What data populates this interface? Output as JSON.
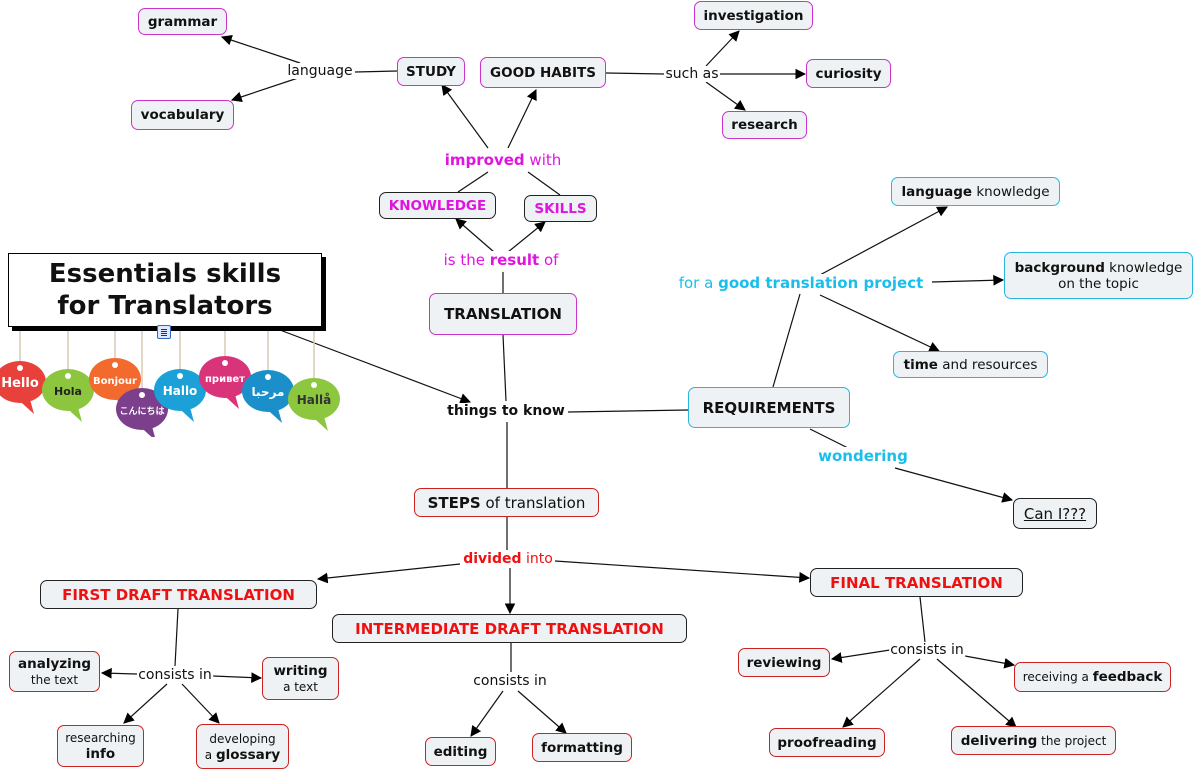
{
  "title": {
    "lines": [
      "Essentials skills",
      "for Translators"
    ]
  },
  "greetings": [
    "Hello",
    "Hola",
    "Bonjour",
    "こんにちは",
    "Hallo",
    "привет",
    "مرحبا",
    "Hallå"
  ],
  "colors": {
    "magenta": "#cc33cc",
    "magenta_text": "#e014e0",
    "cyan": "#29b6e0",
    "cyan_text": "#19bfea",
    "red": "#cc2222",
    "red_text": "#ee1111",
    "dark": "#222222",
    "node_fill": "#eef2f4"
  },
  "nodes": [
    {
      "id": "grammar",
      "border": "magenta",
      "lines": [
        [
          {
            "t": "grammar",
            "b": true
          }
        ]
      ]
    },
    {
      "id": "vocabulary",
      "border": "magenta",
      "lines": [
        [
          {
            "t": "vocabulary",
            "b": true
          }
        ]
      ]
    },
    {
      "id": "study",
      "border": "magenta",
      "lines": [
        [
          {
            "t": "STUDY",
            "b": true
          }
        ]
      ]
    },
    {
      "id": "good-habits",
      "border": "magenta",
      "lines": [
        [
          {
            "t": "GOOD HABITS",
            "b": true
          }
        ]
      ]
    },
    {
      "id": "investigation",
      "border": "magenta",
      "lines": [
        [
          {
            "t": "investigation",
            "b": true
          }
        ]
      ]
    },
    {
      "id": "curiosity",
      "border": "magenta",
      "lines": [
        [
          {
            "t": "curiosity",
            "b": true
          }
        ]
      ]
    },
    {
      "id": "research",
      "border": "magenta",
      "lines": [
        [
          {
            "t": "research",
            "b": true
          }
        ]
      ]
    },
    {
      "id": "knowledge",
      "border": "dark",
      "color": "magenta_text",
      "lines": [
        [
          {
            "t": "KNOWLEDGE",
            "b": true
          }
        ]
      ]
    },
    {
      "id": "skills",
      "border": "dark",
      "color": "magenta_text",
      "lines": [
        [
          {
            "t": "SKILLS",
            "b": true
          }
        ]
      ]
    },
    {
      "id": "translation",
      "border": "magenta",
      "lines": [
        [
          {
            "t": "TRANSLATION",
            "b": true
          }
        ]
      ]
    },
    {
      "id": "requirements",
      "border": "cyan",
      "lines": [
        [
          {
            "t": "REQUIREMENTS",
            "b": true
          }
        ]
      ]
    },
    {
      "id": "language-knowledge",
      "border": "cyan",
      "lines": [
        [
          {
            "t": "language",
            "b": true
          },
          {
            "t": " knowledge",
            "b": false
          }
        ]
      ]
    },
    {
      "id": "background-knowledge",
      "border": "cyan",
      "lines": [
        [
          {
            "t": "background",
            "b": true
          },
          {
            "t": " knowledge",
            "b": false
          }
        ],
        [
          {
            "t": "on the topic",
            "b": false
          }
        ]
      ]
    },
    {
      "id": "time-resources",
      "border": "cyan",
      "lines": [
        [
          {
            "t": "time",
            "b": true
          },
          {
            "t": " and resources",
            "b": false
          }
        ]
      ]
    },
    {
      "id": "can-i",
      "border": "dark",
      "underline": true,
      "lines": [
        [
          {
            "t": "Can I???",
            "b": false
          }
        ]
      ]
    },
    {
      "id": "steps",
      "border": "red",
      "lines": [
        [
          {
            "t": "STEPS",
            "b": true
          },
          {
            "t": " of translation",
            "b": false
          }
        ]
      ]
    },
    {
      "id": "first-draft",
      "border": "dark",
      "color": "red_text",
      "lines": [
        [
          {
            "t": "FIRST DRAFT TRANSLATION",
            "b": true
          }
        ]
      ]
    },
    {
      "id": "intermediate-draft",
      "border": "dark",
      "color": "red_text",
      "lines": [
        [
          {
            "t": "INTERMEDIATE DRAFT TRANSLATION",
            "b": true
          }
        ]
      ]
    },
    {
      "id": "final-translation",
      "border": "dark",
      "color": "red_text",
      "lines": [
        [
          {
            "t": "FINAL TRANSLATION",
            "b": true
          }
        ]
      ]
    },
    {
      "id": "analyzing",
      "border": "red",
      "lines": [
        [
          {
            "t": "analyzing",
            "b": true
          }
        ],
        [
          {
            "t": "the text",
            "b": false
          }
        ]
      ]
    },
    {
      "id": "writing",
      "border": "red",
      "lines": [
        [
          {
            "t": "writing",
            "b": true
          }
        ],
        [
          {
            "t": "a text",
            "b": false
          }
        ]
      ]
    },
    {
      "id": "researching",
      "border": "red",
      "lines": [
        [
          {
            "t": "researching",
            "b": false
          }
        ],
        [
          {
            "t": "info",
            "b": true
          }
        ]
      ]
    },
    {
      "id": "developing",
      "border": "red",
      "lines": [
        [
          {
            "t": "developing",
            "b": false
          }
        ],
        [
          {
            "t": "a ",
            "b": false
          },
          {
            "t": "glossary",
            "b": true
          }
        ]
      ]
    },
    {
      "id": "editing",
      "border": "red",
      "lines": [
        [
          {
            "t": "editing",
            "b": true
          }
        ]
      ]
    },
    {
      "id": "formatting",
      "border": "red",
      "lines": [
        [
          {
            "t": "formatting",
            "b": true
          }
        ]
      ]
    },
    {
      "id": "reviewing",
      "border": "red",
      "lines": [
        [
          {
            "t": "reviewing",
            "b": true
          }
        ]
      ]
    },
    {
      "id": "receiving-feedback",
      "border": "red",
      "lines": [
        [
          {
            "t": "receiving a ",
            "b": false
          },
          {
            "t": "feedback",
            "b": true
          }
        ]
      ]
    },
    {
      "id": "proofreading",
      "border": "red",
      "lines": [
        [
          {
            "t": "proofreading",
            "b": true
          }
        ]
      ]
    },
    {
      "id": "delivering",
      "border": "red",
      "lines": [
        [
          {
            "t": "delivering",
            "b": true
          },
          {
            "t": " the project",
            "b": false
          }
        ]
      ]
    }
  ],
  "phrases": [
    {
      "id": "language",
      "parts": [
        {
          "t": "language",
          "b": false
        }
      ]
    },
    {
      "id": "such-as",
      "parts": [
        {
          "t": "such as",
          "b": false
        }
      ]
    },
    {
      "id": "improved-with",
      "color": "magenta_text",
      "parts": [
        {
          "t": "improved",
          "b": true
        },
        {
          "t": " with",
          "b": false
        }
      ]
    },
    {
      "id": "result-of",
      "color": "magenta_text",
      "parts": [
        {
          "t": "is the ",
          "b": false
        },
        {
          "t": "result",
          "b": true
        },
        {
          "t": " of",
          "b": false
        }
      ]
    },
    {
      "id": "things-to-know",
      "parts": [
        {
          "t": "things to know",
          "b": true
        }
      ]
    },
    {
      "id": "good-project",
      "color": "cyan_text",
      "parts": [
        {
          "t": "for a ",
          "b": false
        },
        {
          "t": "good translation project",
          "b": true
        }
      ]
    },
    {
      "id": "wondering",
      "color": "cyan_text",
      "parts": [
        {
          "t": "wondering",
          "b": true
        }
      ]
    },
    {
      "id": "divided-into",
      "color": "red_text",
      "parts": [
        {
          "t": "divided",
          "b": true
        },
        {
          "t": " into",
          "b": false
        }
      ]
    },
    {
      "id": "consists-in-1",
      "parts": [
        {
          "t": "consists in",
          "b": false
        }
      ]
    },
    {
      "id": "consists-in-2",
      "parts": [
        {
          "t": "consists in",
          "b": false
        }
      ]
    },
    {
      "id": "consists-in-3",
      "parts": [
        {
          "t": "consists in",
          "b": false
        }
      ]
    }
  ]
}
